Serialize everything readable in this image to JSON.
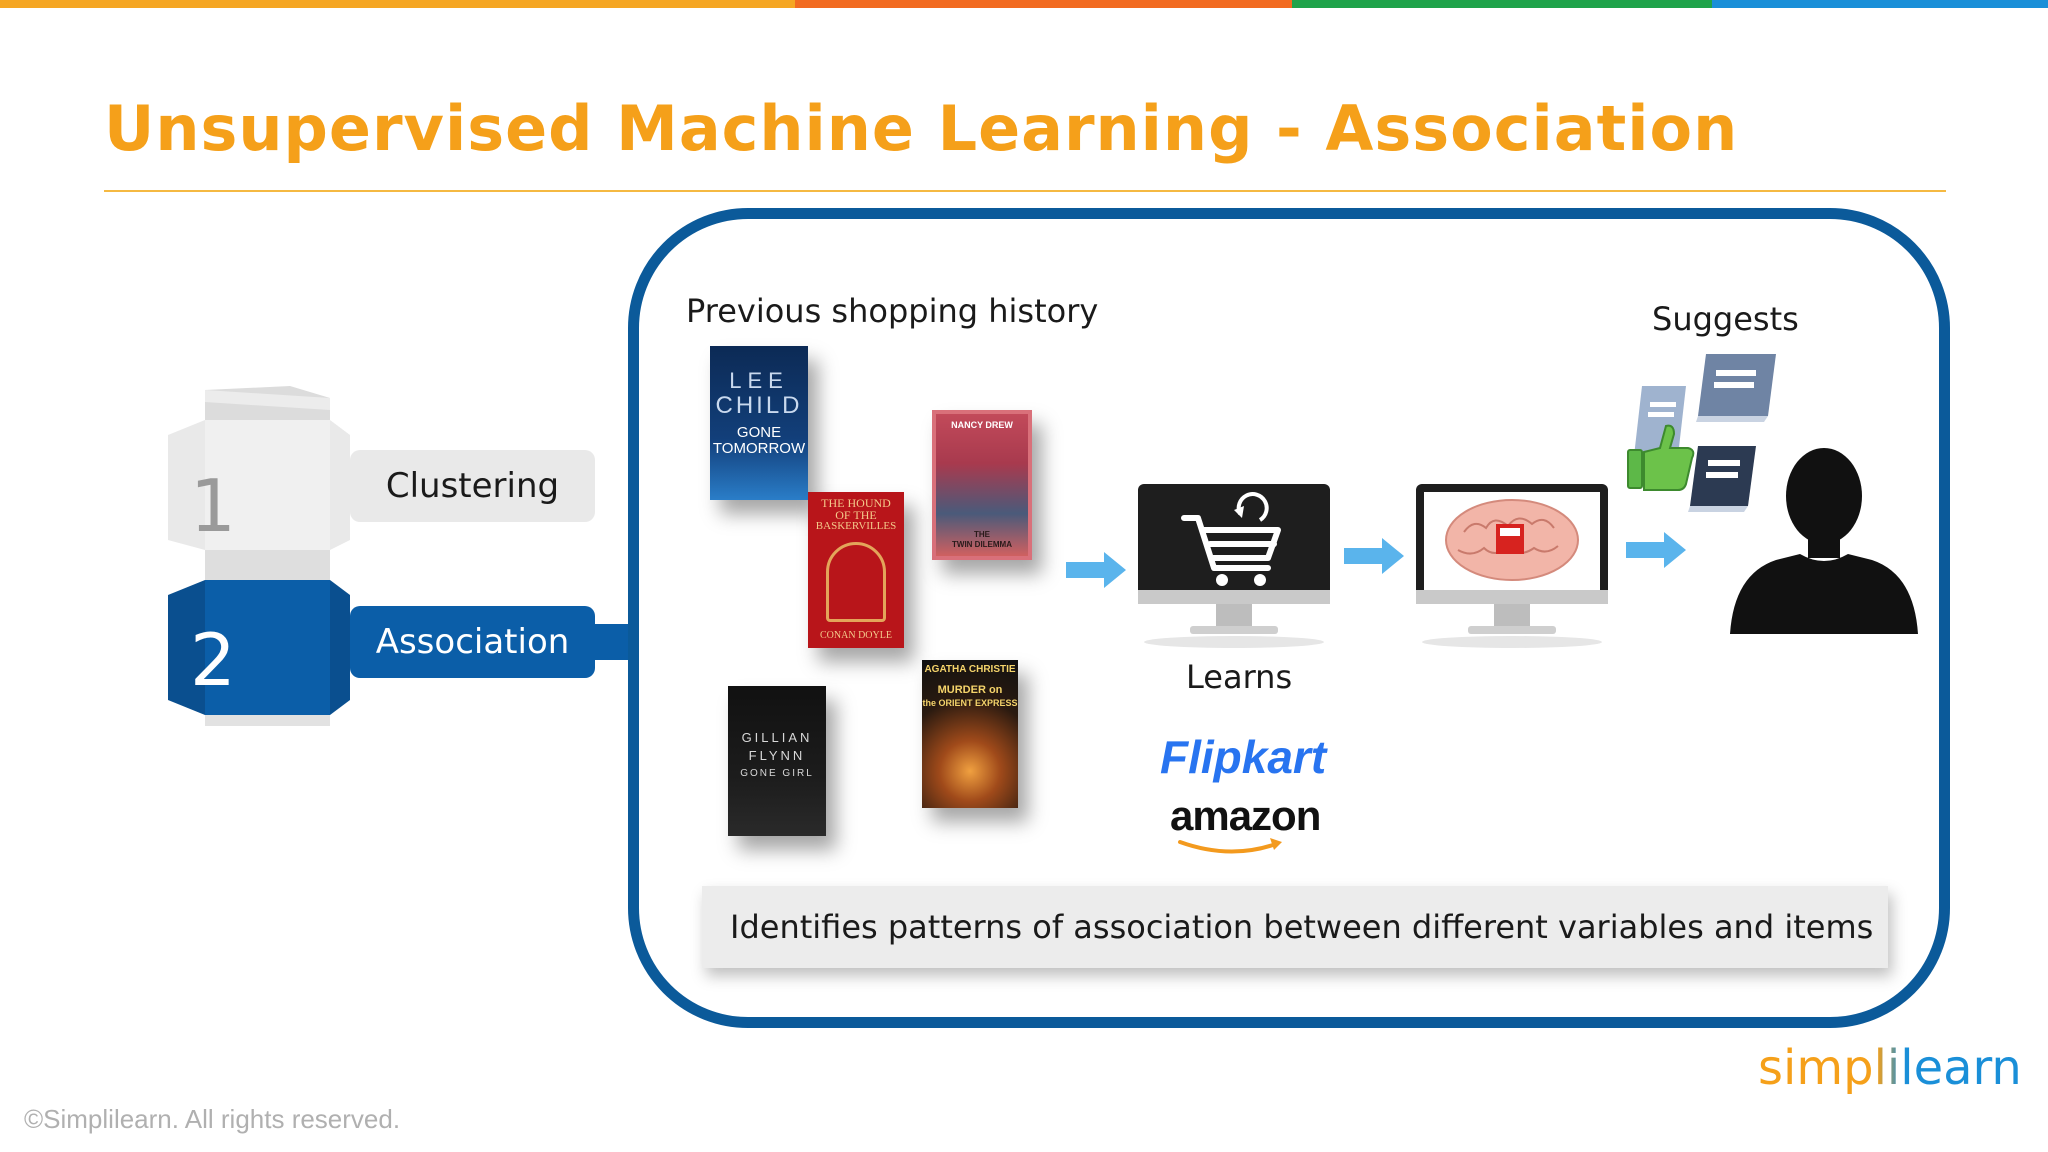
{
  "slide": {
    "title": "Unsupervised Machine Learning - Association",
    "colors": {
      "title": "#f5a01a",
      "rule": "#f5b942",
      "panel_border": "#0b5a9a",
      "arrow": "#5ab4ec",
      "selected": "#0b5ea8",
      "unselected": "#e9e9e9"
    }
  },
  "topbar": [
    "#f5a623",
    "#f26b21",
    "#1fa34a",
    "#1a8fd8"
  ],
  "stack": {
    "items": [
      {
        "number": "1",
        "label": "Clustering",
        "selected": false
      },
      {
        "number": "2",
        "label": "Association",
        "selected": true
      }
    ]
  },
  "panel": {
    "history_label": "Previous shopping history",
    "learns_label": "Learns",
    "suggests_label": "Suggests",
    "summary": "Identifies patterns of association between different variables and items",
    "icons": [
      "book-icon",
      "thumbs-up-icon",
      "shopping-cart-icon",
      "brain-icon",
      "person-icon"
    ]
  },
  "books": [
    {
      "lines": [
        "LEE",
        "CHILD",
        "GONE",
        "TOMORROW"
      ]
    },
    {
      "lines": [
        "NANCY DREW",
        "THE",
        "TWIN DILEMMA"
      ]
    },
    {
      "lines": [
        "THE HOUND",
        "OF THE",
        "BASKERVILLES",
        "CONAN DOYLE"
      ]
    },
    {
      "lines": [
        "GILLIAN",
        "FLYNN",
        "GONE GIRL"
      ]
    },
    {
      "lines": [
        "AGATHA CHRISTIE",
        "MURDER on",
        "the ORIENT EXPRESS"
      ]
    }
  ],
  "logos": {
    "flipkart": "Flipkart",
    "amazon": "amazon"
  },
  "footer": {
    "copyright": "©Simplilearn. All rights reserved.",
    "brand": "simplilearn"
  }
}
